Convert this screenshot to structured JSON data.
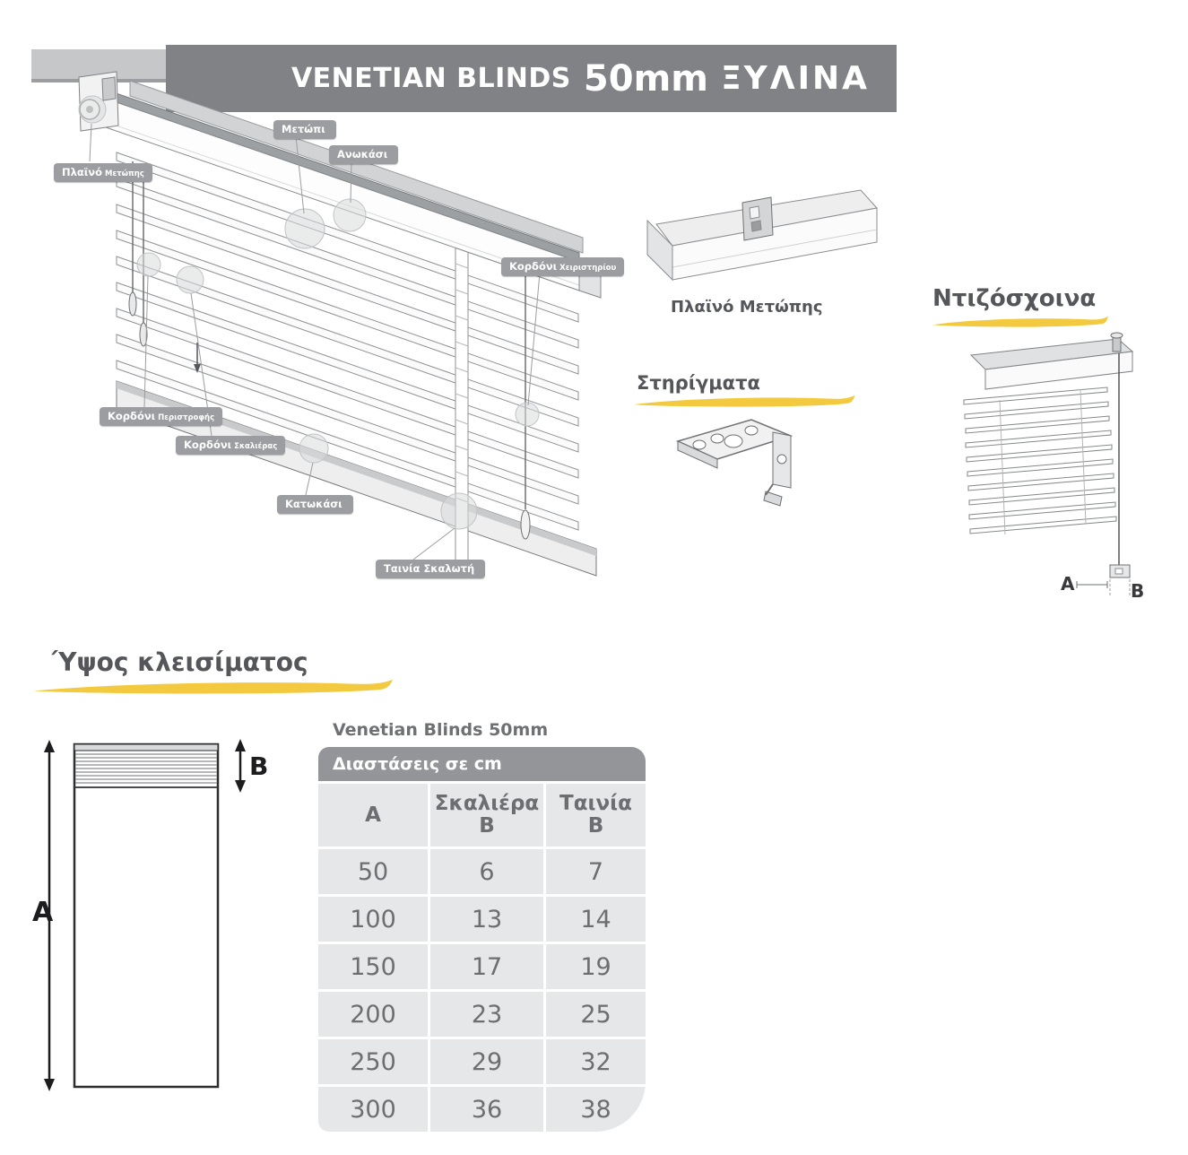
{
  "banner": {
    "title": "VENETIAN BLINDS",
    "size": "50mm",
    "material": "ΞΥΛΙΝΑ"
  },
  "part_labels": [
    {
      "main": "Πλαϊνό",
      "sub": "Μετώπης"
    },
    {
      "main": "Μετώπι",
      "sub": ""
    },
    {
      "main": "Ανωκάσι",
      "sub": ""
    },
    {
      "main": "Κορδόνι",
      "sub": "Χειριστηρίου"
    },
    {
      "main": "Κορδόνι",
      "sub": "Περιστροφής"
    },
    {
      "main": "Κορδόνι",
      "sub": "Σκαλιέρας"
    },
    {
      "main": "Κατωκάσι",
      "sub": ""
    },
    {
      "main": "Ταινία Σκαλωτή",
      "sub": ""
    }
  ],
  "sections": {
    "corner_caption": "Πλαϊνό Μετώπης",
    "brackets_heading": "Στηρίγματα",
    "cords_heading": "Ντιζόσχοινα",
    "closing_height_heading": "Ύψος κλεισίματος"
  },
  "dims": {
    "a": "A",
    "b": "B"
  },
  "table": {
    "title": "Venetian Blinds 50mm",
    "header": "Διαστάσεις σε cm",
    "columns": [
      {
        "line1": "A",
        "line2": ""
      },
      {
        "line1": "Σκαλιέρα",
        "line2": "B"
      },
      {
        "line1": "Ταινία",
        "line2": "B"
      }
    ],
    "rows": [
      [
        "50",
        "6",
        "7"
      ],
      [
        "100",
        "13",
        "14"
      ],
      [
        "150",
        "17",
        "19"
      ],
      [
        "200",
        "23",
        "25"
      ],
      [
        "250",
        "29",
        "32"
      ],
      [
        "300",
        "36",
        "38"
      ]
    ]
  },
  "colors": {
    "accent_yellow": "#f3c93f",
    "banner_gray": "#808285",
    "heading_gray": "#55565a",
    "label_gray": "#9b9da0",
    "table_header_gray": "#939598",
    "table_cell_gray": "#e6e7e8"
  }
}
